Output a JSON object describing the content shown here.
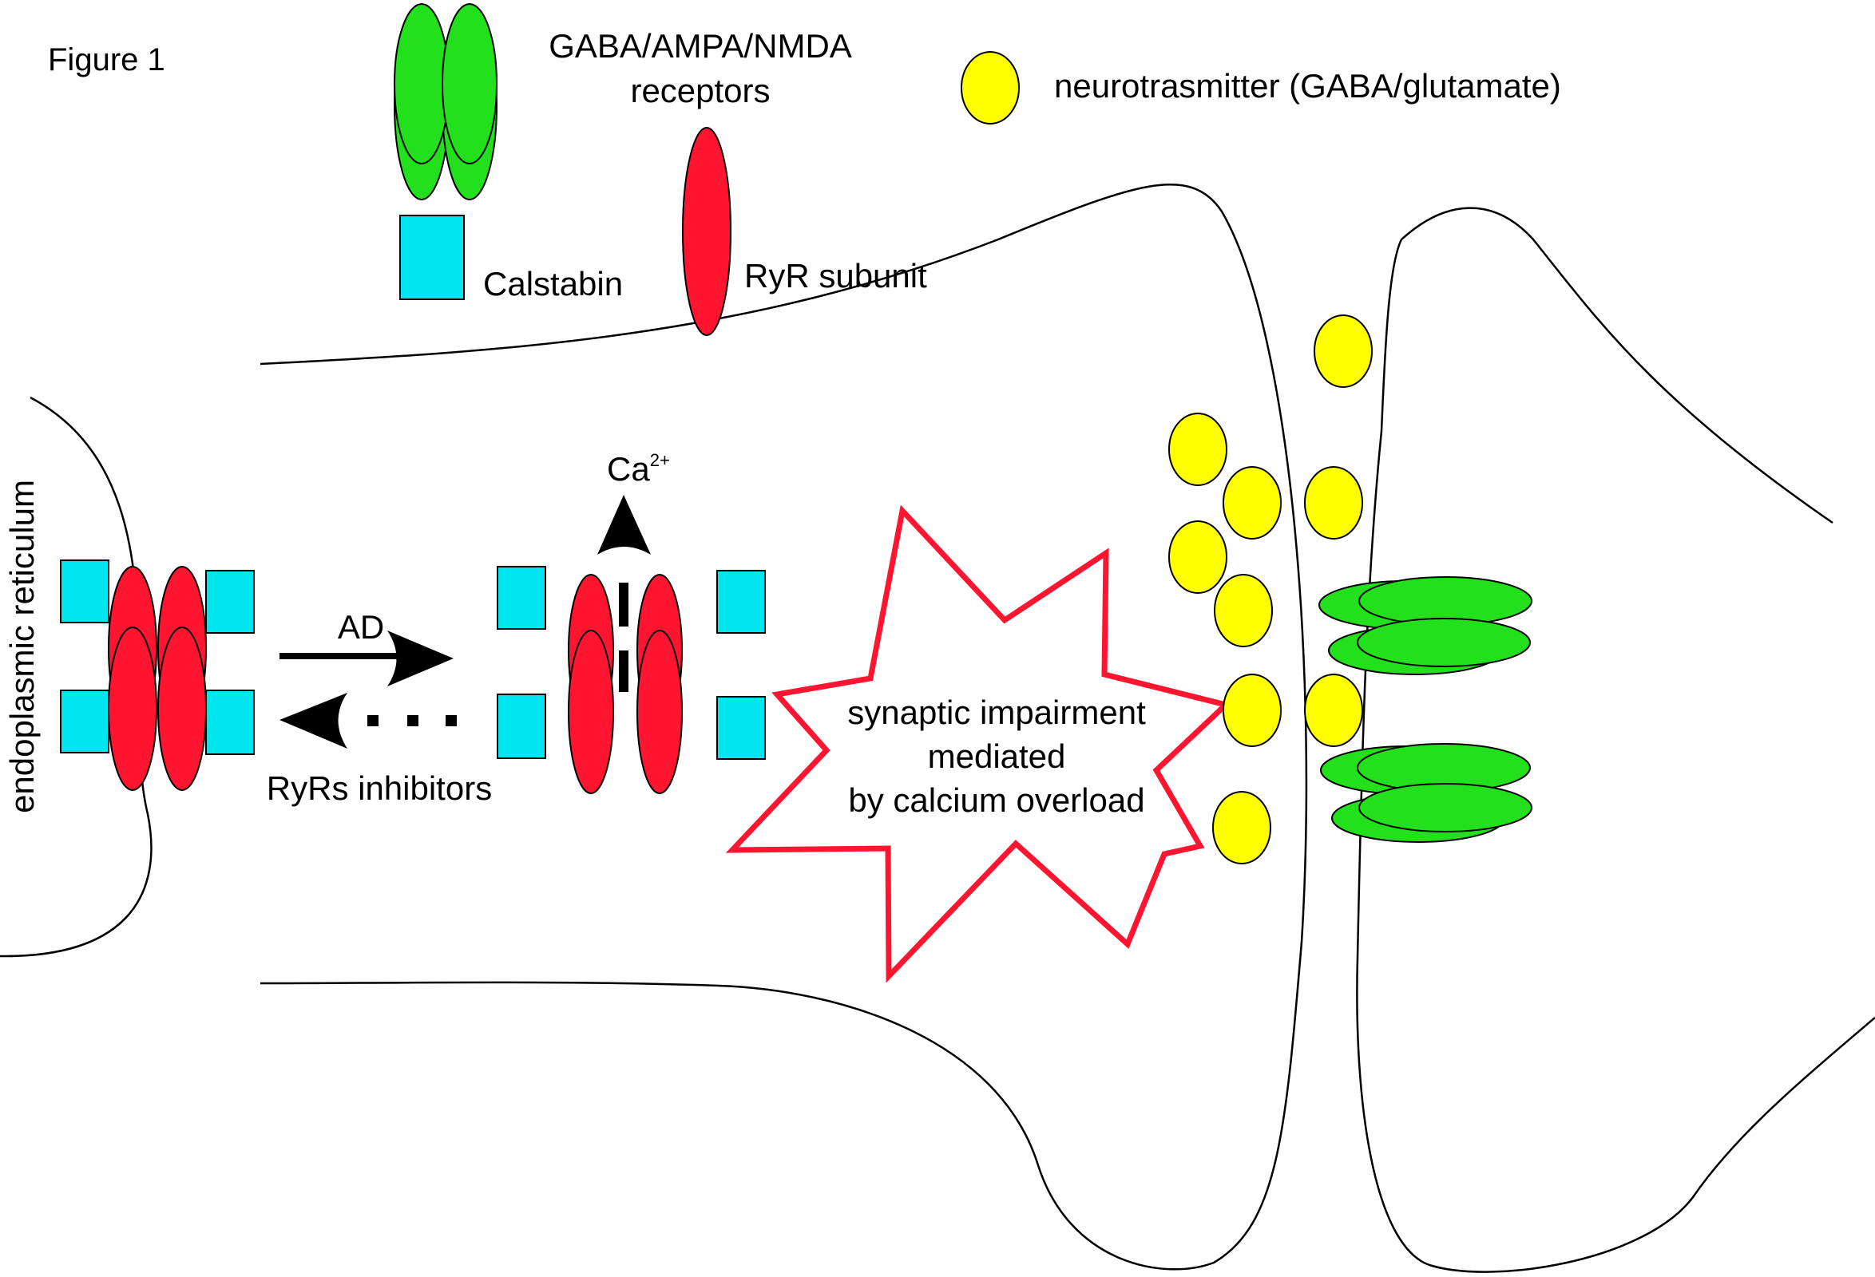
{
  "labels": {
    "figure_label": "Figure 1",
    "receptors_line1": "GABA/AMPA/NMDA",
    "receptors_line2": "receptors",
    "calstabin": "Calstabin",
    "ryr_subunit": "RyR subunit",
    "neurotransmitter": "neurotrasmitter (GABA/glutamate)",
    "er": "endoplasmic reticulum",
    "ad": "AD",
    "ca": "Ca",
    "ca_charge": "2+",
    "inhibitors": "RyRs inhibitors",
    "impairment_line1": "synaptic impairment",
    "impairment_line2": "mediated",
    "impairment_line3": "by calcium overload"
  },
  "colors": {
    "receptor_green": "#22e01c",
    "calstabin_cyan": "#00e5ee",
    "ryr_red": "#ff1530",
    "transmitter_yellow": "#ffff00",
    "burst_outline": "#ff1530",
    "stroke": "#000000"
  }
}
